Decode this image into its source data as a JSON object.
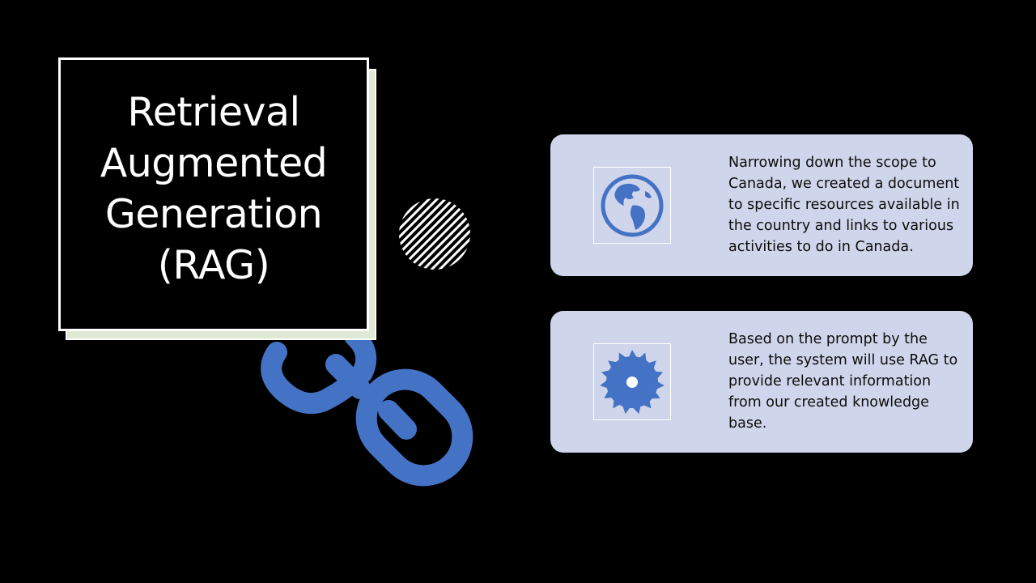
{
  "slide": {
    "title_lines": [
      "Retrieval",
      "Augmented",
      "Generation",
      "(RAG)"
    ]
  },
  "cards": [
    {
      "icon": "globe-icon",
      "text": "Narrowing down the scope to Canada, we created a document to specific resources available in the country and links to various activities to do in Canada."
    },
    {
      "icon": "saw-blade-icon",
      "text": "Based on the prompt by the user, the system will use RAG to provide relevant information from our created knowledge base."
    }
  ],
  "colors": {
    "background": "#000000",
    "accent_blue": "#4472c4",
    "card_fill": "#cfd5ea",
    "title_shadow": "#dfe8d3",
    "text_dark": "#0d0d0d"
  }
}
